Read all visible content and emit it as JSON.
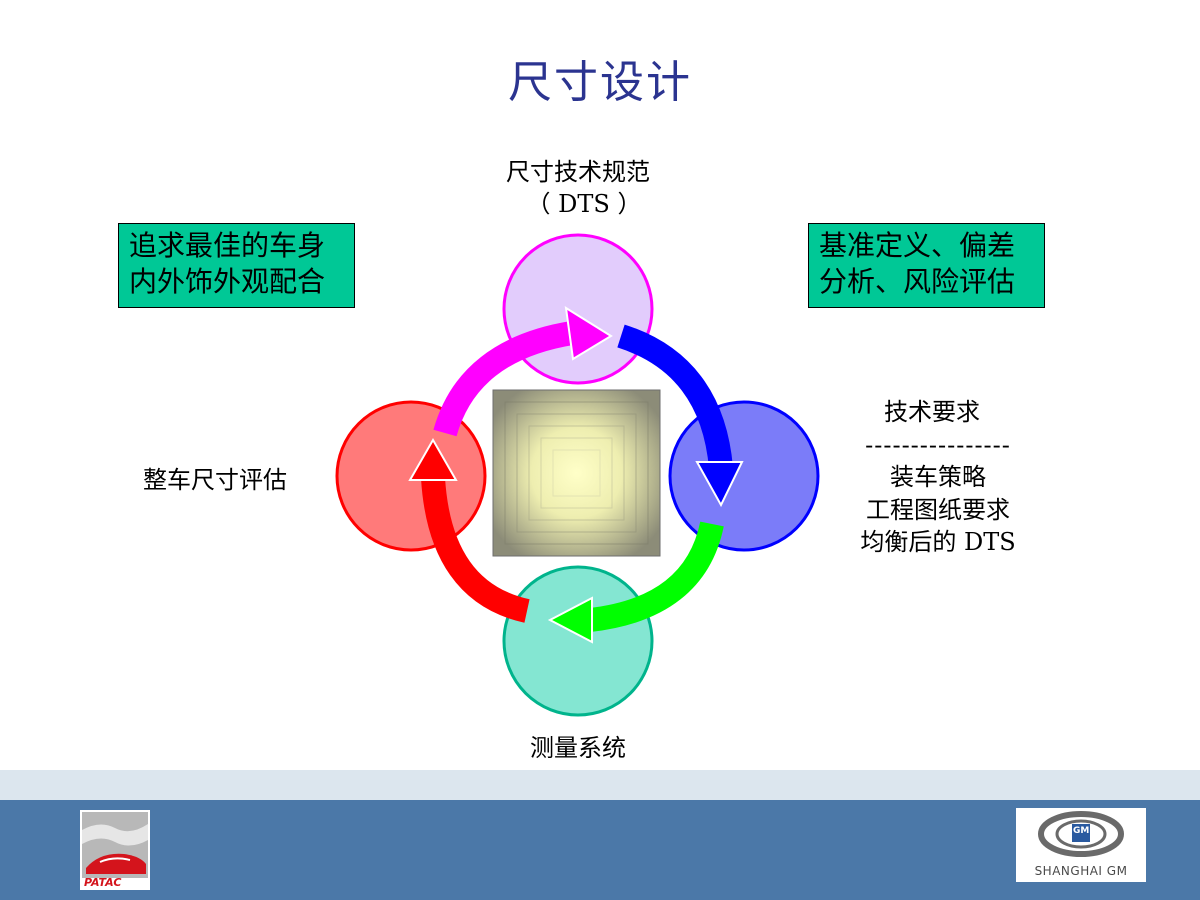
{
  "title": "尺寸设计",
  "top_node": {
    "line1": "尺寸技术规范",
    "line2": "（ DTS ）"
  },
  "left_box": {
    "line1": "追求最佳的车身",
    "line2": "内外饰外观配合"
  },
  "right_box": {
    "line1": "基准定义、偏差",
    "line2": "分析、风险评估"
  },
  "left_node": "整车尺寸评估",
  "bottom_node": "测量系统",
  "right_node": {
    "line1": "技术要求",
    "line2": "----------------",
    "line3": "装车策略",
    "line4": "工程图纸要求",
    "line5": "均衡后的 DTS"
  },
  "colors": {
    "title": "#2b3490",
    "box_fill": "#00c896",
    "top_circle": "#e2ccfc",
    "right_circle": "#7b7cf9",
    "bottom_circle": "#84e6d2",
    "left_circle": "#ff7a7a",
    "arrow_magenta": "#ff00ff",
    "arrow_blue": "#0000ff",
    "arrow_green": "#00ff00",
    "arrow_red": "#ff0000"
  },
  "footer": {
    "left_logo": "PATAC",
    "right_logo": "SHANGHAI GM",
    "right_logo_badge": "GM"
  }
}
